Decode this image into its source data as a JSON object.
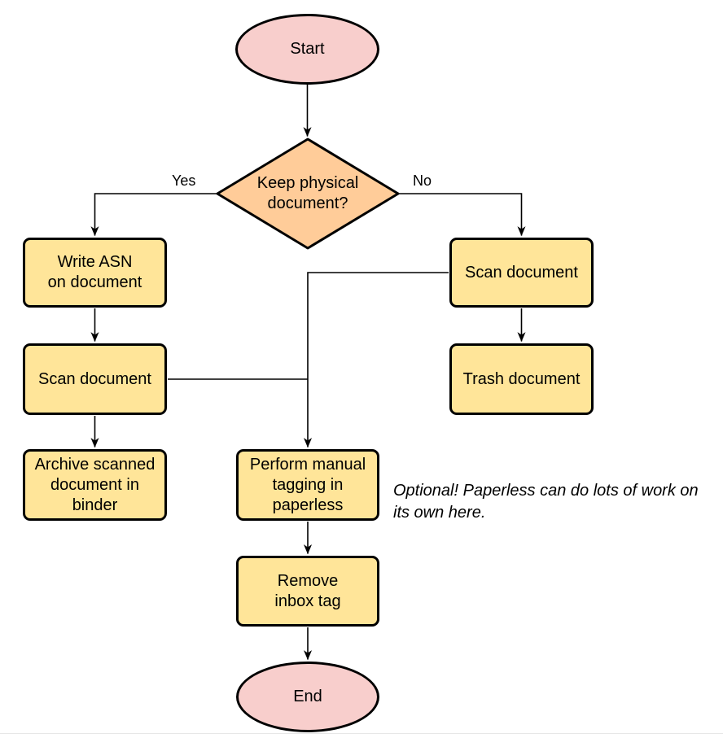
{
  "colors": {
    "terminal_fill": "#f8cecc",
    "process_fill": "#ffe599",
    "decision_fill": "#ffcc99",
    "stroke": "#000000"
  },
  "nodes": {
    "start": {
      "lines": [
        "Start"
      ]
    },
    "decision": {
      "lines": [
        "Keep physical",
        "document?"
      ]
    },
    "write_asn": {
      "lines": [
        "Write ASN",
        "on document"
      ]
    },
    "scan_left": {
      "lines": [
        "Scan document"
      ]
    },
    "archive": {
      "lines": [
        "Archive scanned",
        "document in",
        "binder"
      ]
    },
    "scan_right": {
      "lines": [
        "Scan document"
      ]
    },
    "trash": {
      "lines": [
        "Trash document"
      ]
    },
    "tagging": {
      "lines": [
        "Perform manual",
        "tagging in",
        "paperless"
      ]
    },
    "remove_inbox": {
      "lines": [
        "Remove",
        "inbox tag"
      ]
    },
    "end": {
      "lines": [
        "End"
      ]
    }
  },
  "edge_labels": {
    "yes": "Yes",
    "no": "No"
  },
  "annotation": {
    "lines": [
      "Optional! Paperless can do lots of work on",
      "its own here."
    ]
  }
}
